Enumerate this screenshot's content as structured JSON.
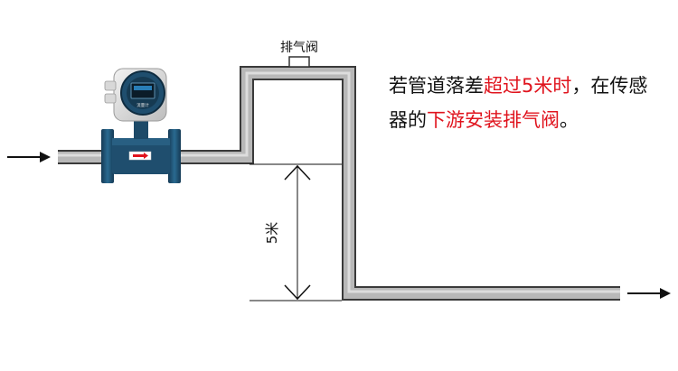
{
  "vent_label": "排气阀",
  "height_label": "5米",
  "caption": {
    "part1": "若管道落差",
    "part2": "超过5米时",
    "part3": "，在传感器的",
    "part4": "下游安装排气阀",
    "part5": "。"
  },
  "meter_display": {
    "brand": "流量计"
  },
  "colors": {
    "pipe": "#b8b8b8",
    "pipe_outline": "#3a3a3a",
    "meter_body": "#1f4e6e",
    "highlight": "#e0141e",
    "text": "#111111"
  },
  "icons": [
    "flow-arrow-in-icon",
    "flow-arrow-out-icon",
    "dimension-arrow-icon"
  ]
}
